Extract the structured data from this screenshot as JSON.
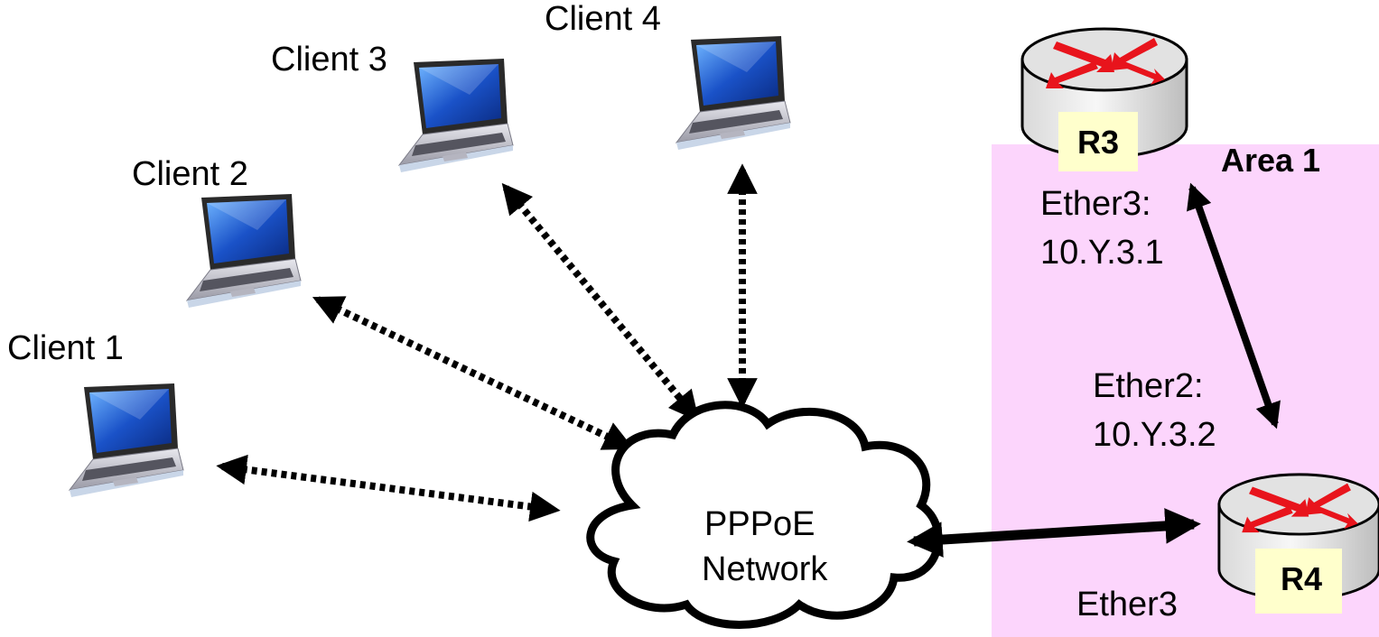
{
  "clients": [
    {
      "label": "Client 1"
    },
    {
      "label": "Client 2"
    },
    {
      "label": "Client 3"
    },
    {
      "label": "Client 4"
    }
  ],
  "cloud": {
    "line1": "PPPoE",
    "line2": "Network"
  },
  "area": {
    "label": "Area 1",
    "color": "#fcd5fc"
  },
  "routers": {
    "r3": {
      "label": "R3"
    },
    "r4": {
      "label": "R4"
    }
  },
  "interfaces": {
    "r3_name": "Ether3:",
    "r3_ip": "10.Y.3.1",
    "r4_name": "Ether2:",
    "r4_ip": "10.Y.3.2",
    "r4_to_cloud": "Ether3"
  },
  "colors": {
    "router_arrow": "#e8141c",
    "router_label_bg": "#ffffcc",
    "laptop_screen": "#1a52c8",
    "line": "#000000"
  }
}
